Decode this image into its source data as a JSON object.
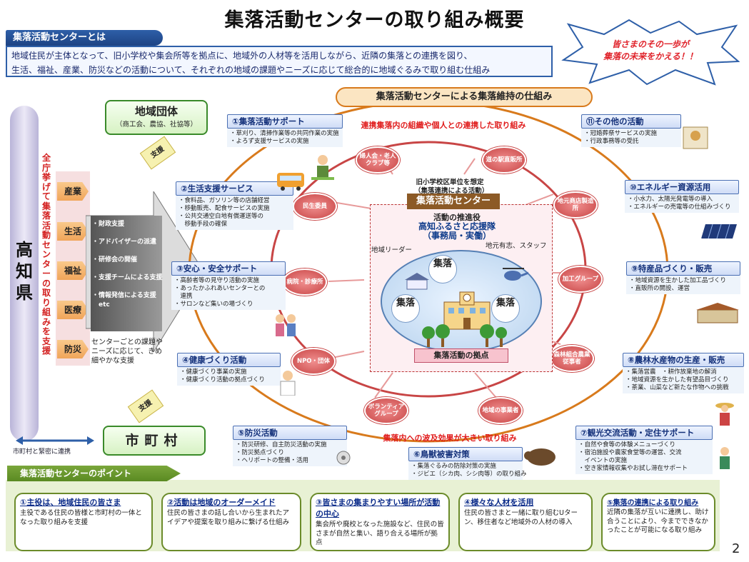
{
  "title": "集落活動センターの取り組み概要",
  "definition": {
    "tab": "集落活動センターとは",
    "line1": "地域住民が主体となって、旧小学校や集会所等を拠点に、地域外の人材等を活用しながら、近隣の集落との連携を図り、",
    "line2": "生活、福祉、産業、防災などの活動について、それぞれの地域の課題やニーズに応じて総合的に地域ぐるみで取り組む仕組み"
  },
  "slogan": {
    "line1": "皆さまのその一歩が",
    "line2": "集落の未来をかえる！！"
  },
  "left": {
    "prefecture": "高知県",
    "vertical": "全庁挙げて集落活動センターの取り組みを支援",
    "fields": [
      "産業",
      "生活",
      "福祉",
      "医療",
      "防災"
    ],
    "supports": [
      "・財政支援",
      "・アドバイザーの派遣",
      "・研修会の開催",
      "・支援チームによる支援",
      "・情報発信による支援",
      "　etc"
    ],
    "center_note": "センターごとの課題やニーズに応じて、きめ細やかな支援",
    "org_title": "地域団体",
    "org_sub": "（商工会、農協、社協等）",
    "support_label": "支援",
    "city": "市町村",
    "coop": "市町村と緊密に連携"
  },
  "ring": {
    "title": "集落活動センターによる集落維持の仕組み",
    "top_red": "連携集落内の組織や個人との連携した取り組み",
    "bottom_red": "集落内への波及効果が大きい取り組み",
    "school_note_1": "旧小学校区単位を想定",
    "school_note_2": "（集落連携による活動）",
    "center_badge": "集落活動センター",
    "role_line1": "活動の推進役",
    "role_line2": "高知ふるさと応援隊",
    "role_line3": "（事務局・実働）",
    "leader": "地域リーダー",
    "staff": "地元有志、スタッフ",
    "village": "集落",
    "base": "集落活動の拠点",
    "nodes": [
      "婦人会・老人クラブ等",
      "道の駅直販所",
      "地元商店製造所",
      "加工グループ",
      "森林組合農業従事者",
      "地域の事業者",
      "ボランティアグループ",
      "NPO・団体",
      "病院・診療所",
      "民生委員"
    ]
  },
  "activities": [
    {
      "head": "①集落活動サポート",
      "lines": [
        "・草刈り、清掃作業等の共同作業の実施",
        "・よろず支援サービスの実施"
      ]
    },
    {
      "head": "②生活支援サービス",
      "lines": [
        "・食料品、ガソリン等の店舗経営",
        "・移動販売、配食サービスの実施",
        "・公共交通空白地有償運送等の",
        "　移動手段の確保"
      ]
    },
    {
      "head": "③安心・安全サポート",
      "lines": [
        "・高齢者等の見守り活動の実施",
        "・あったかふれあいセンターとの",
        "　連携",
        "・サロンなど集いの場づくり"
      ]
    },
    {
      "head": "④健康づくり活動",
      "lines": [
        "・健康づくり事業の実施",
        "・健康づくり活動の拠点づくり"
      ]
    },
    {
      "head": "⑤防災活動",
      "lines": [
        "・防災研修、自主防災活動の実施",
        "・防災拠点づくり",
        "・ヘリポートの整備・活用"
      ]
    },
    {
      "head": "⑥鳥獣被害対策",
      "lines": [
        "・集落ぐるみの防除対策の実施",
        "・ジビエ（シカ肉、シシ肉等）の取り組み"
      ]
    },
    {
      "head": "⑦観光交流活動・定住サポート",
      "lines": [
        "・自然や食等の体験メニューづくり",
        "・宿泊施設や農家食堂等の運営、交流",
        "　イベントの実施",
        "・空き家情報収集やお試し滞在サポート"
      ]
    },
    {
      "head": "⑧農林水産物の生産・販売",
      "lines": [
        "・集落営農　・耕作放棄地の解消",
        "・地域資源を生かした有望品目づくり",
        "・茶業、山菜など新たな作物への挑戦"
      ]
    },
    {
      "head": "⑨特産品づくり・販売",
      "lines": [
        "・地域資源を生かした加工品づくり",
        "・直販所の開設、運営"
      ]
    },
    {
      "head": "⑩エネルギー資源活用",
      "lines": [
        "・小水力、太陽光発電等の導入",
        "・エネルギーの売電等の仕組みづくり"
      ]
    },
    {
      "head": "⑪その他の活動",
      "lines": [
        "・冠婚葬祭サービスの実施",
        "・行政事務等の受託"
      ]
    }
  ],
  "points": {
    "tab": "集落活動センターのポイント",
    "cards": [
      {
        "title": "①主役は、地域住民の皆さま",
        "text": "主役である住民の皆様と市町村の一体となった取り組みを支援"
      },
      {
        "title": "②活動は地域のオーダーメイド",
        "text": "住民の皆さまの話し合いから生まれたアイデアや提案を取り組みに繋げる仕組み"
      },
      {
        "title": "③皆さまの集まりやすい場所が活動の中心",
        "text": "集会所や廃校となった施設など、住民の皆さまが自然と集い、語り合える場所が拠点"
      },
      {
        "title": "④様々な人材を活用",
        "text": "住民の皆さまと一緒に取り組むUターン、移住者など地域外の人材の導入"
      },
      {
        "title": "⑤集落の連携による取り組み",
        "text": "近隣の集落が互いに連携し、助け合うことにより、今までできなかったことが可能になる取り組み"
      }
    ]
  },
  "page_number": "2"
}
